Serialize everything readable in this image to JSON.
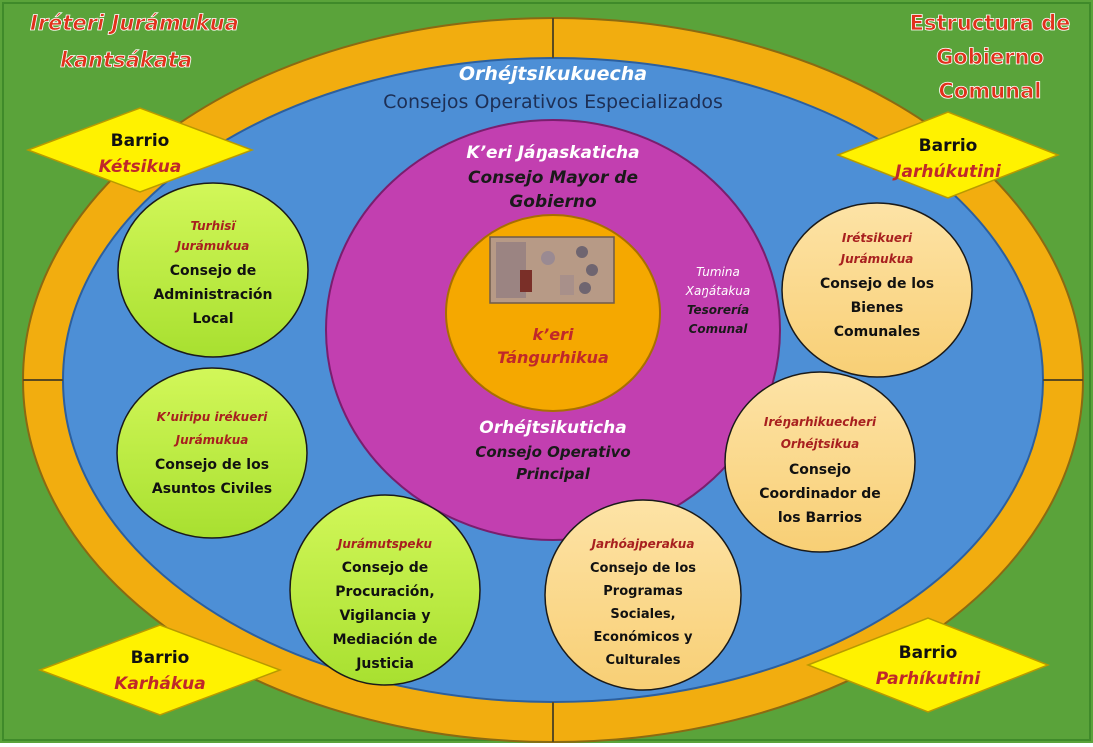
{
  "corner_titles": {
    "top_left": [
      "Iréteri Jurámukua",
      "kantsákata"
    ],
    "top_right": [
      "Estructura de",
      "Gobierno",
      "Comunal"
    ]
  },
  "outer_ring": {
    "title": "Orhéjtsikukuecha",
    "subtitle": "Consejos Operativos Especializados"
  },
  "barrios": {
    "top_left": {
      "label": "Barrio",
      "name": "Kétsikua"
    },
    "top_right": {
      "label": "Barrio",
      "name": "Jarhúkutini"
    },
    "bottom_left": {
      "label": "Barrio",
      "name": "Karhákua"
    },
    "bottom_right": {
      "label": "Barrio",
      "name": "Parhíkutini"
    }
  },
  "center": {
    "mayor_title": "K’eri Jáŋaskaticha",
    "mayor_lines": [
      "Consejo Mayor de",
      "Gobierno"
    ],
    "tangurhikua": [
      "k’eri",
      "Tángurhikua"
    ],
    "treasury": [
      "Tumina",
      "Xaŋátakua",
      "Tesorería",
      "Comunal"
    ],
    "operative_title": "Orhéjtsikuticha",
    "operative_lines": [
      "Consejo Operativo",
      "Principal"
    ]
  },
  "councils": {
    "admin_local": {
      "native": [
        "Turhisï",
        "Jurámukua"
      ],
      "spanish": [
        "Consejo de",
        "Administración",
        "Local"
      ]
    },
    "asuntos_civiles": {
      "native": [
        "K’uiripu irékueri",
        "Jurámukua"
      ],
      "spanish": [
        "Consejo de los",
        "Asuntos Civiles"
      ]
    },
    "procuracion": {
      "native": [
        "Jurámutspeku"
      ],
      "spanish": [
        "Consejo de",
        "Procuración,",
        "Vigilancia y",
        "Mediación de",
        "Justicia"
      ]
    },
    "programas": {
      "native": [
        "Jarhóajperakua"
      ],
      "spanish": [
        "Consejo de los",
        "Programas",
        "Sociales,",
        "Económicos y",
        "Culturales"
      ]
    },
    "coordinador": {
      "native": [
        "Iréŋarhikuecheri",
        "Orhéjtsikua"
      ],
      "spanish": [
        "Consejo",
        "Coordinador de",
        "los Barrios"
      ]
    },
    "bienes": {
      "native": [
        "Irétsikueri",
        "Jurámukua"
      ],
      "spanish": [
        "Consejo de los",
        "Bienes",
        "Comunales"
      ]
    }
  },
  "colors": {
    "background_green": "#5aa33a",
    "ring_gold": "#f2ad0f",
    "field_blue": "#4d8fd6",
    "center_magenta": "#c23fb0",
    "core_orange": "#f5a800",
    "council_lime": "#bdf046",
    "council_peach": "#fbd98a",
    "diamond_yellow": "#fff200",
    "native_red": "#a8201f"
  }
}
